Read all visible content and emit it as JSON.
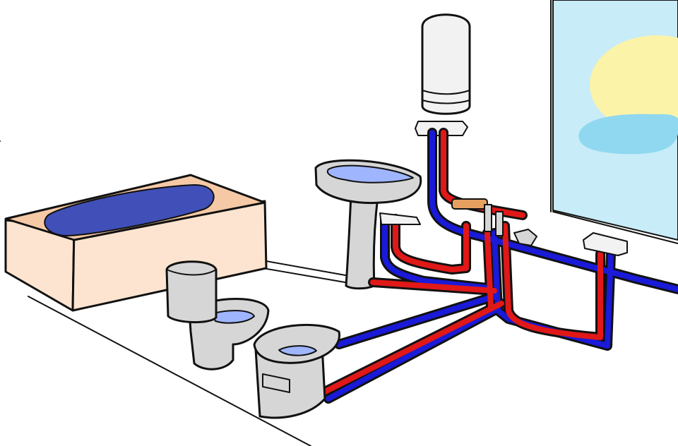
{
  "colors": {
    "wall": "#ffffff",
    "floor": "#ececec",
    "hot_pipe": "#e01818",
    "cold_pipe": "#1a1ad8",
    "pipe_sheath": "#7a7a7a",
    "porcelain": "#d6d6d6",
    "porcelain_light": "#f2f2f2",
    "water": "#9fb6ff",
    "bath_water": "#4050b8",
    "bath_body": "#fde4d0",
    "bath_rim": "#f6c9a6",
    "sky": "#c8ecf8",
    "sun": "#fbf3a8",
    "cloud": "#8fd8ef",
    "manifold_brass": "#e8a060"
  },
  "fixtures": [
    {
      "name": "water-heater",
      "icon": "boiler-icon"
    },
    {
      "name": "bathtub",
      "icon": "bathtub-icon"
    },
    {
      "name": "washbasin",
      "icon": "sink-icon"
    },
    {
      "name": "toilet",
      "icon": "toilet-icon"
    },
    {
      "name": "bidet",
      "icon": "bidet-icon"
    },
    {
      "name": "shower-mixer",
      "icon": "faucet-icon"
    },
    {
      "name": "window",
      "icon": "window-icon"
    }
  ]
}
